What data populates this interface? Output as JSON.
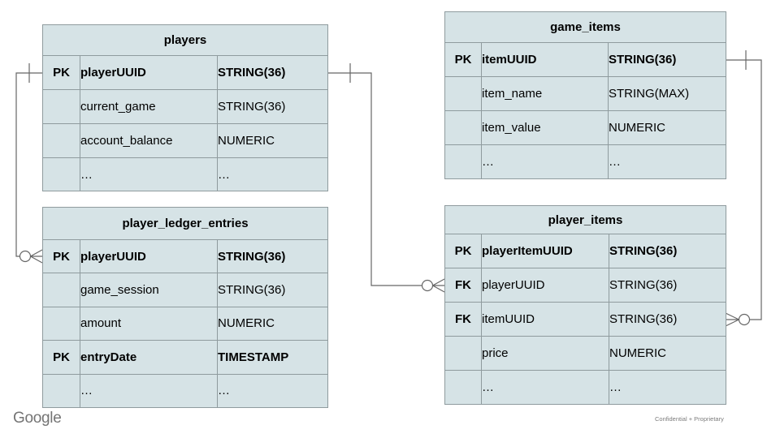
{
  "footer": {
    "logo": "Google",
    "note": "Confidential + Proprietary"
  },
  "colors": {
    "table_fill": "#d6e3e6",
    "table_border": "#8f9b9e",
    "connector": "#666666",
    "text": "#000000",
    "footer_text": "#7c7c7c"
  },
  "tables": [
    {
      "name": "players",
      "rows": [
        {
          "key": "PK",
          "field": "playerUUID",
          "type": "STRING(36)"
        },
        {
          "key": "",
          "field": "current_game",
          "type": "STRING(36)"
        },
        {
          "key": "",
          "field": "account_balance",
          "type": "NUMERIC"
        },
        {
          "key": "",
          "field": "…",
          "type": "…"
        }
      ]
    },
    {
      "name": "game_items",
      "rows": [
        {
          "key": "PK",
          "field": "itemUUID",
          "type": "STRING(36)"
        },
        {
          "key": "",
          "field": "item_name",
          "type": "STRING(MAX)"
        },
        {
          "key": "",
          "field": "item_value",
          "type": "NUMERIC"
        },
        {
          "key": "",
          "field": "…",
          "type": "…"
        }
      ]
    },
    {
      "name": "player_ledger_entries",
      "rows": [
        {
          "key": "PK",
          "field": "playerUUID",
          "type": "STRING(36)"
        },
        {
          "key": "",
          "field": "game_session",
          "type": "STRING(36)"
        },
        {
          "key": "",
          "field": "amount",
          "type": "NUMERIC"
        },
        {
          "key": "PK",
          "field": "entryDate",
          "type": "TIMESTAMP"
        },
        {
          "key": "",
          "field": "…",
          "type": "…"
        }
      ]
    },
    {
      "name": "player_items",
      "rows": [
        {
          "key": "PK",
          "field": "playerItemUUID",
          "type": "STRING(36)"
        },
        {
          "key": "FK",
          "field": "playerUUID",
          "type": "STRING(36)"
        },
        {
          "key": "FK",
          "field": "itemUUID",
          "type": "STRING(36)"
        },
        {
          "key": "",
          "field": "price",
          "type": "NUMERIC"
        },
        {
          "key": "",
          "field": "…",
          "type": "…"
        }
      ]
    }
  ],
  "relationships": [
    {
      "from_table": "players",
      "from_field": "playerUUID",
      "to_table": "player_ledger_entries",
      "to_field": "playerUUID",
      "from_cardinality": "one",
      "to_cardinality": "zero-or-many"
    },
    {
      "from_table": "players",
      "from_field": "playerUUID",
      "to_table": "player_items",
      "to_field": "playerUUID",
      "from_cardinality": "one",
      "to_cardinality": "zero-or-many"
    },
    {
      "from_table": "game_items",
      "from_field": "itemUUID",
      "to_table": "player_items",
      "to_field": "itemUUID",
      "from_cardinality": "one",
      "to_cardinality": "zero-or-many"
    }
  ]
}
